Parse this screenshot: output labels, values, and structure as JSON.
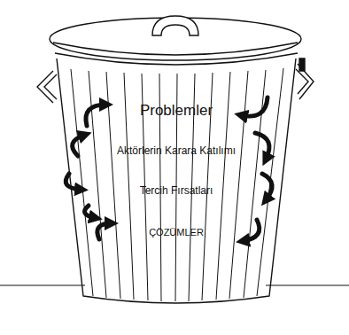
{
  "diagram": {
    "labels": [
      "Problemler",
      "Aktörlerin Karara Katılımı",
      "Tercih Fırsatları",
      "ÇÖZÜMLER"
    ]
  }
}
